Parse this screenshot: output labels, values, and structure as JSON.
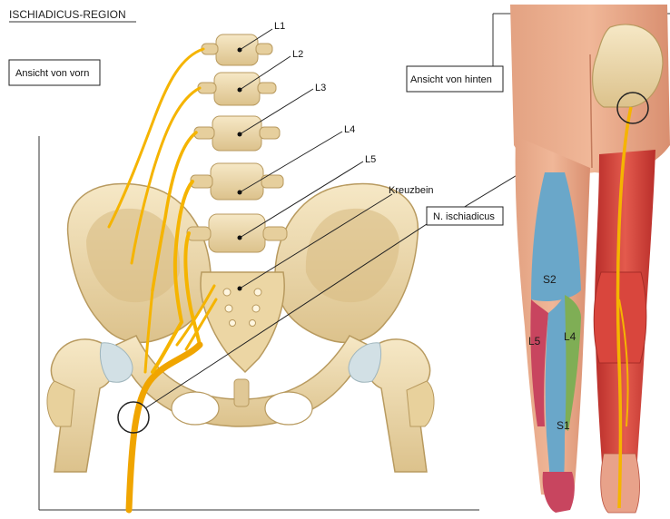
{
  "title": "ISCHIADICUS-REGION",
  "views": {
    "front": "Ansicht von vorn",
    "back": "Ansicht von hinten"
  },
  "vertebrae": [
    "L1",
    "L2",
    "L3",
    "L4",
    "L5"
  ],
  "sacrum_label": "Kreuzbein",
  "nerve_label": "N. ischiadicus",
  "dermatomes": [
    "S2",
    "L5",
    "L4",
    "S1"
  ],
  "colors": {
    "bone": "#efdcb0",
    "bone_shadow": "#c9ad73",
    "nerve": "#f5b400",
    "skin": "#e9a888",
    "muscle": "#d8403a",
    "s2_zone": "#6aa7c9",
    "l5_zone": "#c8455f",
    "l4_zone": "#7fae55",
    "s1_zone": "#6aa7c9"
  }
}
